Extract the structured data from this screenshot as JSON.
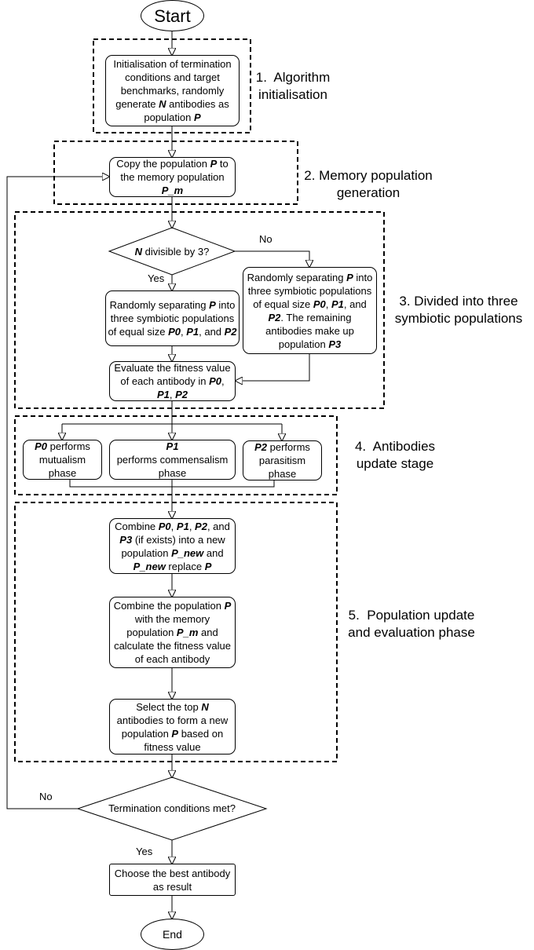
{
  "nodes": {
    "start": [
      {
        "t": "Start"
      }
    ],
    "init": [
      {
        "t": "Initialisation of termination conditions and target benchmarks, randomly generate "
      },
      {
        "t": "N",
        "bi": true
      },
      {
        "t": " antibodies as population "
      },
      {
        "t": "P",
        "bi": true
      }
    ],
    "copy": [
      {
        "t": "Copy the population "
      },
      {
        "t": "P",
        "bi": true
      },
      {
        "t": " to the memory population "
      },
      {
        "t": "P_m",
        "bi": true
      }
    ],
    "divisible": [
      {
        "t": "N",
        "bi": true
      },
      {
        "t": " divisible by 3?"
      }
    ],
    "sep_equal": [
      {
        "t": "Randomly separating "
      },
      {
        "t": "P",
        "bi": true
      },
      {
        "t": " into three symbiotic populations of equal size "
      },
      {
        "t": "P0",
        "bi": true
      },
      {
        "t": ", "
      },
      {
        "t": "P1",
        "bi": true
      },
      {
        "t": ", and "
      },
      {
        "t": "P2",
        "bi": true
      }
    ],
    "sep_remain": [
      {
        "t": "Randomly separating "
      },
      {
        "t": "P",
        "bi": true
      },
      {
        "t": " into three symbiotic populations of equal size "
      },
      {
        "t": "P0",
        "bi": true
      },
      {
        "t": ", "
      },
      {
        "t": "P1",
        "bi": true
      },
      {
        "t": ", and "
      },
      {
        "t": "P2",
        "bi": true
      },
      {
        "t": ". The remaining antibodies make up population "
      },
      {
        "t": "P3",
        "bi": true
      }
    ],
    "evaluate": [
      {
        "t": "Evaluate the fitness value of each antibody in "
      },
      {
        "t": "P0",
        "bi": true
      },
      {
        "t": ", "
      },
      {
        "t": "P1",
        "bi": true
      },
      {
        "t": ", "
      },
      {
        "t": "P2",
        "bi": true
      }
    ],
    "mutualism": [
      {
        "t": "P0",
        "bi": true
      },
      {
        "t": " performs mutualism phase"
      }
    ],
    "commensalism": [
      {
        "t": "P1",
        "bi": true
      },
      {
        "t": "\nperforms commensalism phase"
      }
    ],
    "parasitism": [
      {
        "t": "P2",
        "bi": true
      },
      {
        "t": " performs parasitism phase"
      }
    ],
    "combine_new": [
      {
        "t": "Combine "
      },
      {
        "t": "P0",
        "bi": true
      },
      {
        "t": ", "
      },
      {
        "t": "P1",
        "bi": true
      },
      {
        "t": ", "
      },
      {
        "t": "P2",
        "bi": true
      },
      {
        "t": ", and "
      },
      {
        "t": "P3",
        "bi": true
      },
      {
        "t": " (if exists) into a new population "
      },
      {
        "t": "P_new",
        "bi": true
      },
      {
        "t": " and "
      },
      {
        "t": "P_new",
        "bi": true
      },
      {
        "t": " replace "
      },
      {
        "t": "P",
        "bi": true
      }
    ],
    "combine_memory": [
      {
        "t": "Combine the population "
      },
      {
        "t": "P",
        "bi": true
      },
      {
        "t": " with the memory population "
      },
      {
        "t": "P_m",
        "bi": true
      },
      {
        "t": " and calculate the fitness value of each antibody"
      }
    ],
    "select": [
      {
        "t": "Select the top "
      },
      {
        "t": "N",
        "bi": true
      },
      {
        "t": " antibodies to form a new population "
      },
      {
        "t": "P",
        "bi": true
      },
      {
        "t": " based on fitness value"
      }
    ],
    "termination": [
      {
        "t": "Termination conditions met?"
      }
    ],
    "choose": [
      {
        "t": "Choose the best antibody as result"
      }
    ],
    "end": [
      {
        "t": "End"
      }
    ]
  },
  "stages": {
    "s1": "1.  Algorithm\ninitialisation",
    "s2": "2. Memory population\ngeneration",
    "s3": "3. Divided into three\nsymbiotic populations",
    "s4": "4.  Antibodies\nupdate stage",
    "s5": "5.  Population update\nand evaluation phase"
  },
  "edge_labels": {
    "div_no": "No",
    "div_yes": "Yes",
    "term_no": "No",
    "term_yes": "Yes"
  }
}
